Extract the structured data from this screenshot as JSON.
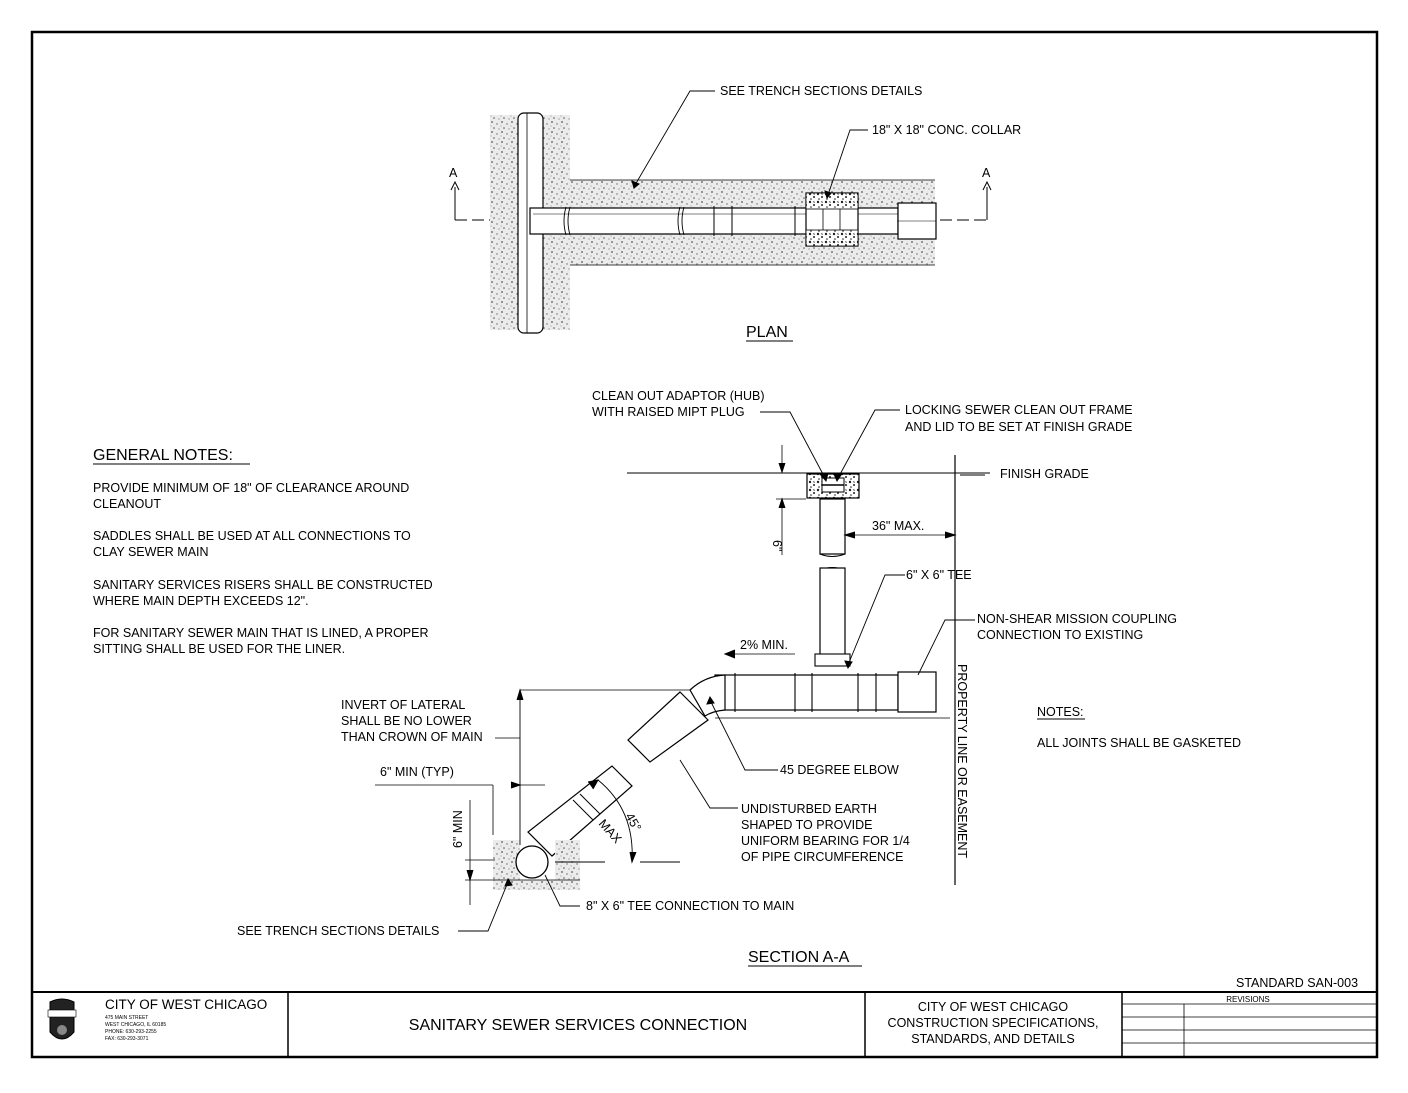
{
  "plan": {
    "title": "PLAN",
    "section_marker": "A",
    "label_trench": "SEE TRENCH SECTIONS DETAILS",
    "label_collar": "18\" X 18\" CONC. COLLAR"
  },
  "section": {
    "title": "SECTION A-A",
    "cleanout_line1": "CLEAN OUT ADAPTOR (HUB)",
    "cleanout_line2": "WITH RAISED MIPT PLUG",
    "frame_line1": "LOCKING SEWER CLEAN OUT FRAME",
    "frame_line2": "AND LID TO BE SET AT FINISH GRADE",
    "finish_grade": "FINISH GRADE",
    "dim_6in": "6\"",
    "dim_36max": "36\" MAX.",
    "tee_6x6": "6\" X 6\" TEE",
    "coupling_line1": "NON-SHEAR MISSION COUPLING",
    "coupling_line2": "CONNECTION TO EXISTING",
    "slope": "2% MIN.",
    "invert_line1": "INVERT OF LATERAL",
    "invert_line2": "SHALL BE NO LOWER",
    "invert_line3": "THAN CROWN OF MAIN",
    "elbow": "45 DEGREE ELBOW",
    "earth_line1": "UNDISTURBED EARTH",
    "earth_line2": "SHAPED TO PROVIDE",
    "earth_line3": "UNIFORM BEARING FOR 1/4",
    "earth_line4": "OF PIPE CIRCUMFERENCE",
    "min6_typ": "6\" MIN (TYP)",
    "min6": "6\" MIN",
    "max": "MAX",
    "angle45": "45°",
    "tee_8x6": "8\" X 6\" TEE CONNECTION TO MAIN",
    "trench_details": "SEE TRENCH SECTIONS DETAILS",
    "property_line": "PROPERTY LINE OR EASEMENT"
  },
  "general_notes": {
    "heading": "GENERAL NOTES:",
    "n1_l1": "PROVIDE MINIMUM OF 18\" OF CLEARANCE AROUND",
    "n1_l2": "CLEANOUT",
    "n2_l1": "SADDLES SHALL BE USED AT ALL CONNECTIONS TO",
    "n2_l2": "CLAY SEWER MAIN",
    "n3_l1": "SANITARY SERVICES RISERS SHALL BE CONSTRUCTED",
    "n3_l2": "WHERE MAIN DEPTH EXCEEDS 12\".",
    "n4_l1": "FOR SANITARY SEWER MAIN THAT IS LINED, A PROPER",
    "n4_l2": "SITTING SHALL BE USED FOR THE LINER."
  },
  "notes": {
    "heading": "NOTES:",
    "n1": "ALL JOINTS SHALL BE GASKETED"
  },
  "title_block": {
    "standard": "STANDARD SAN-003",
    "city": "CITY OF WEST CHICAGO",
    "addr1": "475 MAIN STREET",
    "addr2": "WEST CHICAGO, IL 60185",
    "addr3": "PHONE: 630-293-2255",
    "addr4": "FAX: 630-293-3071",
    "drawing_title": "SANITARY SEWER SERVICES CONNECTION",
    "spec_line1": "CITY OF WEST CHICAGO",
    "spec_line2": "CONSTRUCTION SPECIFICATIONS,",
    "spec_line3": "STANDARDS, AND DETAILS",
    "revisions": "REVISIONS"
  }
}
